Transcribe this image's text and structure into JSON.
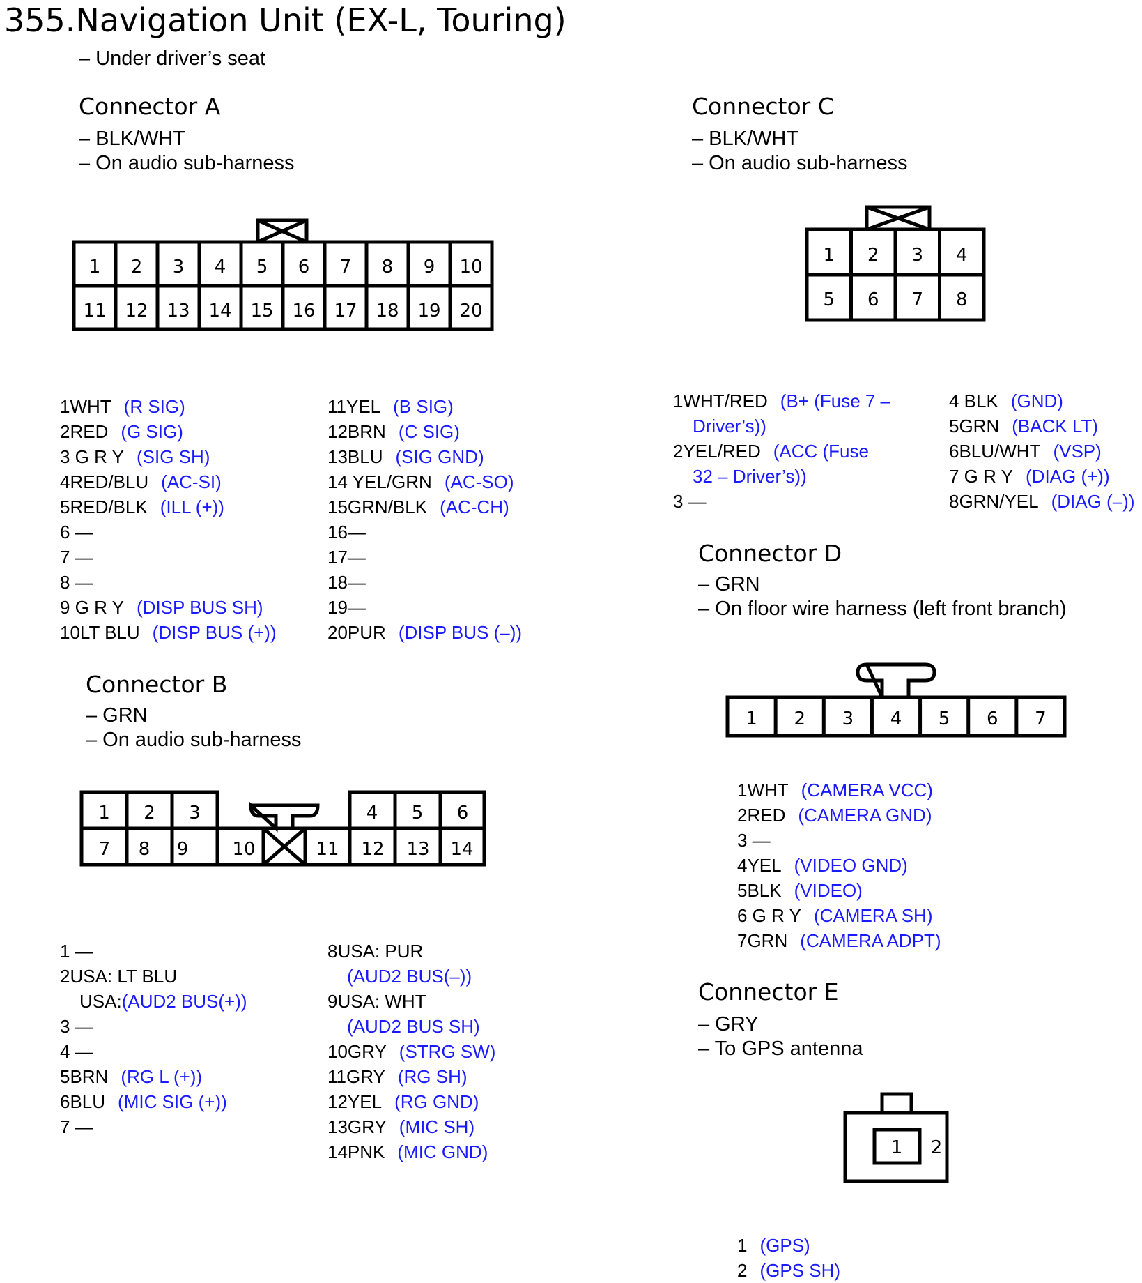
{
  "title": "355.Navigation Unit (EX-L, Touring)",
  "location": "– Under driver’s seat",
  "colors": {
    "signal_text": "#1a1aff",
    "outline": "#000000"
  },
  "connectors": {
    "A": {
      "title": "Connector A",
      "notes": [
        "– BLK/WHT",
        "– On audio sub-harness"
      ],
      "pins_left": [
        {
          "wire": "1WHT",
          "signal": "(R SIG)"
        },
        {
          "wire": "2RED",
          "signal": "(G SIG)"
        },
        {
          "wire": "3 G R Y",
          "signal": "(SIG SH)"
        },
        {
          "wire": "4RED/BLU",
          "signal": "(AC-SI)"
        },
        {
          "wire": "5RED/BLK",
          "signal": "(ILL (+))"
        },
        {
          "wire": "6 —",
          "signal": ""
        },
        {
          "wire": "7 —",
          "signal": ""
        },
        {
          "wire": "8 —",
          "signal": ""
        },
        {
          "wire": "9 G R Y",
          "signal": "(DISP BUS SH)"
        },
        {
          "wire": "10LT BLU",
          "signal": "(DISP BUS (+))"
        }
      ],
      "pins_right": [
        {
          "wire": "11YEL",
          "signal": "(B SIG)"
        },
        {
          "wire": "12BRN",
          "signal": "(C SIG)"
        },
        {
          "wire": "13BLU",
          "signal": "(SIG GND)"
        },
        {
          "wire": "14 YEL/GRN",
          "signal": "(AC-SO)"
        },
        {
          "wire": "15GRN/BLK",
          "signal": "(AC-CH)"
        },
        {
          "wire": "16—",
          "signal": ""
        },
        {
          "wire": "17—",
          "signal": ""
        },
        {
          "wire": "18—",
          "signal": ""
        },
        {
          "wire": "19—",
          "signal": ""
        },
        {
          "wire": "20PUR",
          "signal": "(DISP BUS (–))"
        }
      ],
      "cells_top": [
        "1",
        "2",
        "3",
        "4",
        "5",
        "6",
        "7",
        "8",
        "9",
        "10"
      ],
      "cells_bottom": [
        "11",
        "12",
        "13",
        "14",
        "15",
        "16",
        "17",
        "18",
        "19",
        "20"
      ]
    },
    "B": {
      "title": "Connector B",
      "notes": [
        "– GRN",
        "– On audio sub-harness"
      ],
      "pins_left": [
        {
          "wire": "1 —",
          "signal": ""
        },
        {
          "wire": "2USA: LT BLU",
          "signal": ""
        },
        {
          "wire": "USA:",
          "signal": "(AUD2 BUS(+))",
          "cont": true
        },
        {
          "wire": "3 —",
          "signal": ""
        },
        {
          "wire": "4 —",
          "signal": ""
        },
        {
          "wire": "5BRN",
          "signal": "(RG L (+))"
        },
        {
          "wire": "6BLU",
          "signal": "(MIC  SIG (+))"
        },
        {
          "wire": "7 —",
          "signal": ""
        }
      ],
      "pins_right": [
        {
          "wire": "8USA: PUR",
          "signal": ""
        },
        {
          "wire": "",
          "signal": "(AUD2 BUS(–))",
          "cont": true
        },
        {
          "wire": "9USA: WHT",
          "signal": ""
        },
        {
          "wire": "",
          "signal": "(AUD2 BUS SH)",
          "cont": true
        },
        {
          "wire": "10GRY",
          "signal": "(STRG SW)"
        },
        {
          "wire": "11GRY",
          "signal": "(RG SH)"
        },
        {
          "wire": "12YEL",
          "signal": "(RG GND)"
        },
        {
          "wire": "13GRY",
          "signal": "(MIC SH)"
        },
        {
          "wire": "14PNK",
          "signal": "(MIC GND)"
        }
      ],
      "cells_top_left": [
        "1",
        "2",
        "3"
      ],
      "cells_top_right": [
        "4",
        "5",
        "6"
      ],
      "cells_bottom": [
        "7",
        "8",
        "9",
        "10",
        "11",
        "12",
        "13",
        "14"
      ]
    },
    "C": {
      "title": "Connector C",
      "notes": [
        "– BLK/WHT",
        "– On audio sub-harness"
      ],
      "pins_left": [
        {
          "wire": "1WHT/RED",
          "signal": "(B+ (Fuse 7 –"
        },
        {
          "wire": "",
          "signal": "Driver’s))",
          "cont": true
        },
        {
          "wire": "2YEL/RED",
          "signal": "(ACC (Fuse"
        },
        {
          "wire": "",
          "signal": "32 – Driver’s))",
          "cont": true
        },
        {
          "wire": "3 —",
          "signal": ""
        }
      ],
      "pins_right": [
        {
          "wire": "4 BLK",
          "signal": "(GND)"
        },
        {
          "wire": "5GRN",
          "signal": "(BACK LT)"
        },
        {
          "wire": "6BLU/WHT",
          "signal": "(VSP)"
        },
        {
          "wire": "7 G R Y",
          "signal": "(DIAG (+))"
        },
        {
          "wire": "8GRN/YEL",
          "signal": "(DIAG (–))"
        }
      ],
      "cells_top": [
        "1",
        "2",
        "3",
        "4"
      ],
      "cells_bottom": [
        "5",
        "6",
        "7",
        "8"
      ]
    },
    "D": {
      "title": "Connector D",
      "notes": [
        "– GRN",
        "– On floor wire harness (left front branch)"
      ],
      "pins": [
        {
          "wire": "1WHT",
          "signal": "(CAMERA VCC)"
        },
        {
          "wire": "2RED",
          "signal": "(CAMERA GND)"
        },
        {
          "wire": "3 —",
          "signal": ""
        },
        {
          "wire": "4YEL",
          "signal": "(VIDEO GND)"
        },
        {
          "wire": "5BLK",
          "signal": "(VIDEO)"
        },
        {
          "wire": "6 G R Y",
          "signal": "(CAMERA SH)"
        },
        {
          "wire": "7GRN",
          "signal": "(CAMERA ADPT)"
        }
      ],
      "cells": [
        "1",
        "2",
        "3",
        "4",
        "5",
        "6",
        "7"
      ]
    },
    "E": {
      "title": "Connector E",
      "notes": [
        "– GRY",
        "– To GPS antenna"
      ],
      "pins": [
        {
          "wire": "1",
          "signal": "(GPS)"
        },
        {
          "wire": "2",
          "signal": "(GPS SH)"
        }
      ],
      "cells": [
        "1",
        "2"
      ]
    }
  }
}
